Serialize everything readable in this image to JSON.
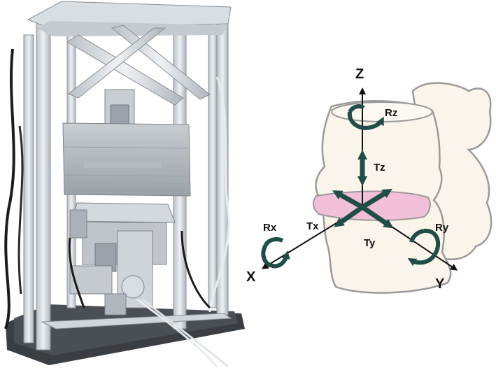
{
  "axes": {
    "z": "Z",
    "x": "X",
    "y": "Y"
  },
  "dof_labels": {
    "rz": "Rz",
    "tz": "Tz",
    "tx": "Tx",
    "ty": "Ty",
    "rx": "Rx",
    "ry": "Ry"
  },
  "colors": {
    "arrow_teal": "#1f4e47",
    "bone_fill": "#fbf4ea",
    "bone_stroke": "#9a9a9a",
    "disc_pink": "#f2bfd9",
    "frame_aluminium": "#d6dbe0",
    "base_plate": "#3a3d42"
  }
}
